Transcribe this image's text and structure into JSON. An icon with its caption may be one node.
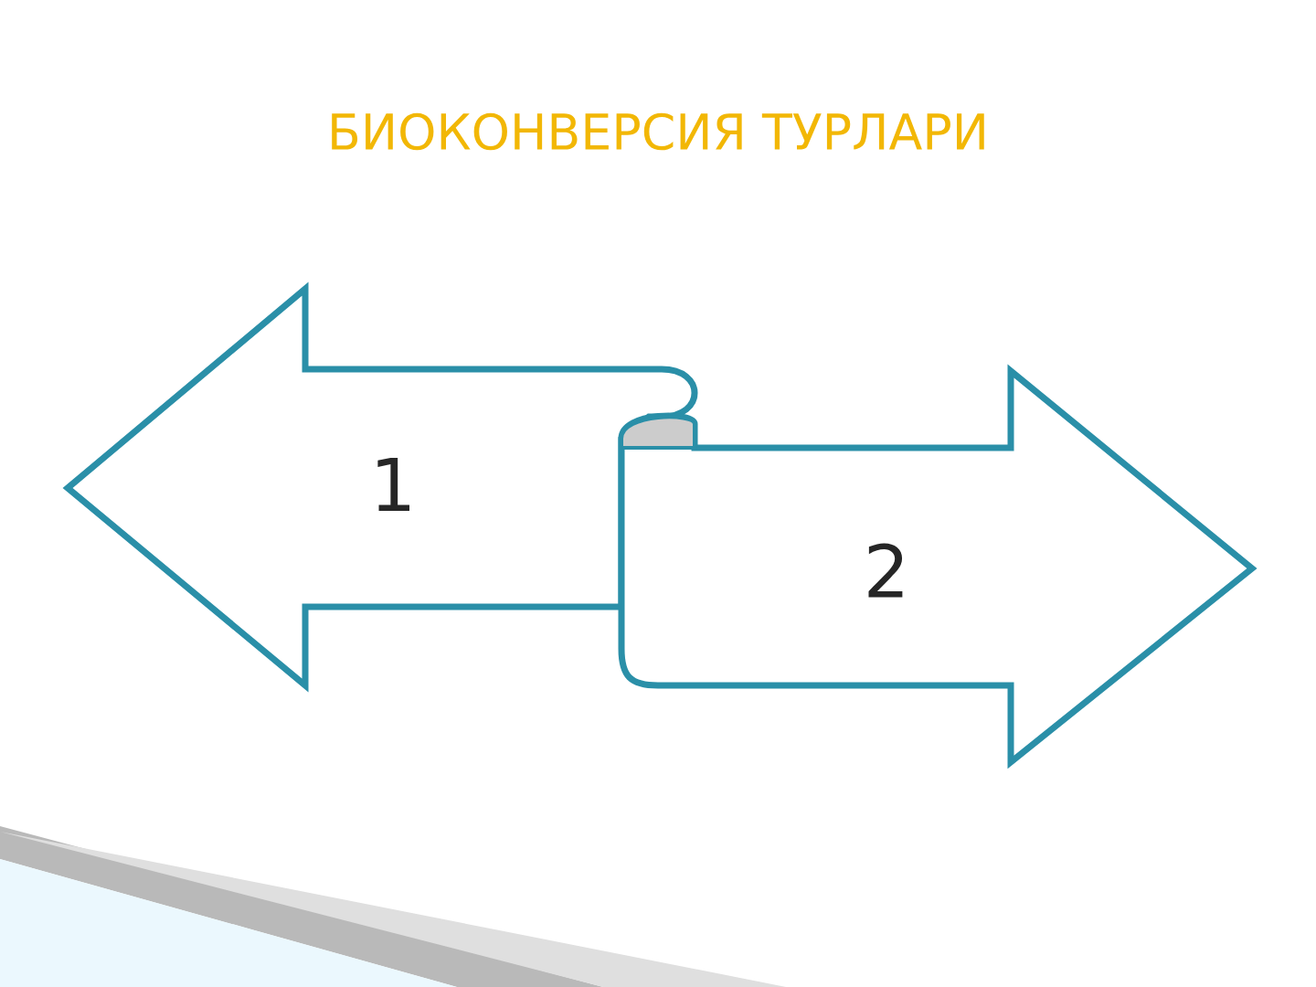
{
  "diagram": {
    "title": "БИОКОНВЕРСИЯ ТУРЛАРИ",
    "nodes": [
      {
        "text": [
          "1"
        ]
      },
      {
        "text": [
          "2"
        ]
      }
    ]
  }
}
